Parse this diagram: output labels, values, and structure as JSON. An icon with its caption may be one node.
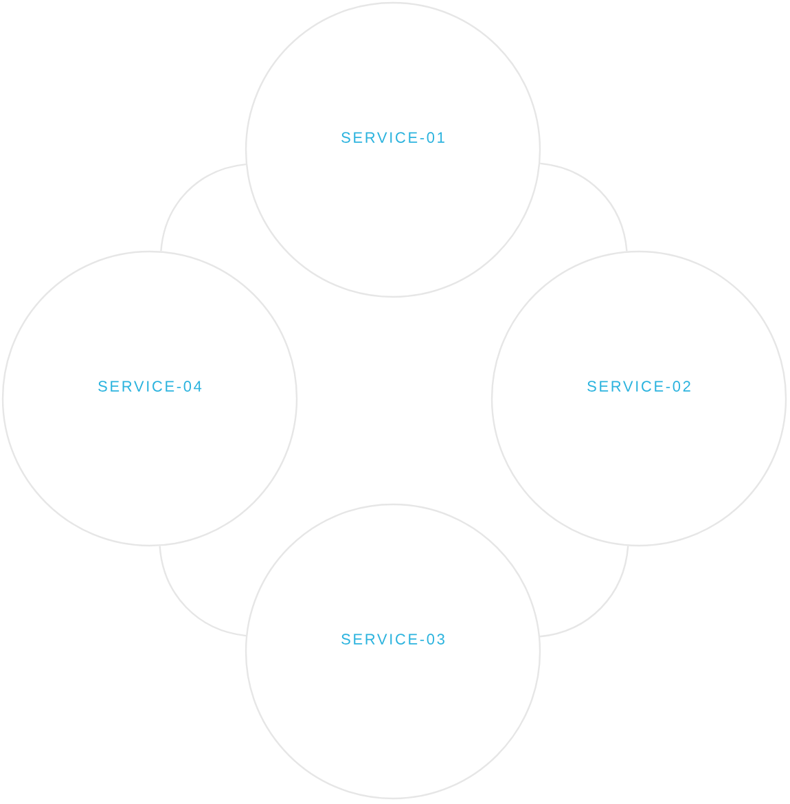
{
  "diagram": {
    "nodes": [
      {
        "text": [
          "SERVICE-01"
        ]
      },
      {
        "text": [
          "SERVICE-02"
        ]
      },
      {
        "text": [
          "SERVICE-03"
        ]
      },
      {
        "text": [
          "SERVICE-04"
        ]
      }
    ],
    "edges": [
      {
        "from": 0,
        "to": 1,
        "arrow": "none"
      },
      {
        "from": 1,
        "to": 2,
        "arrow": "none"
      },
      {
        "from": 2,
        "to": 3,
        "arrow": "none"
      },
      {
        "from": 3,
        "to": 0,
        "arrow": "none"
      }
    ]
  }
}
